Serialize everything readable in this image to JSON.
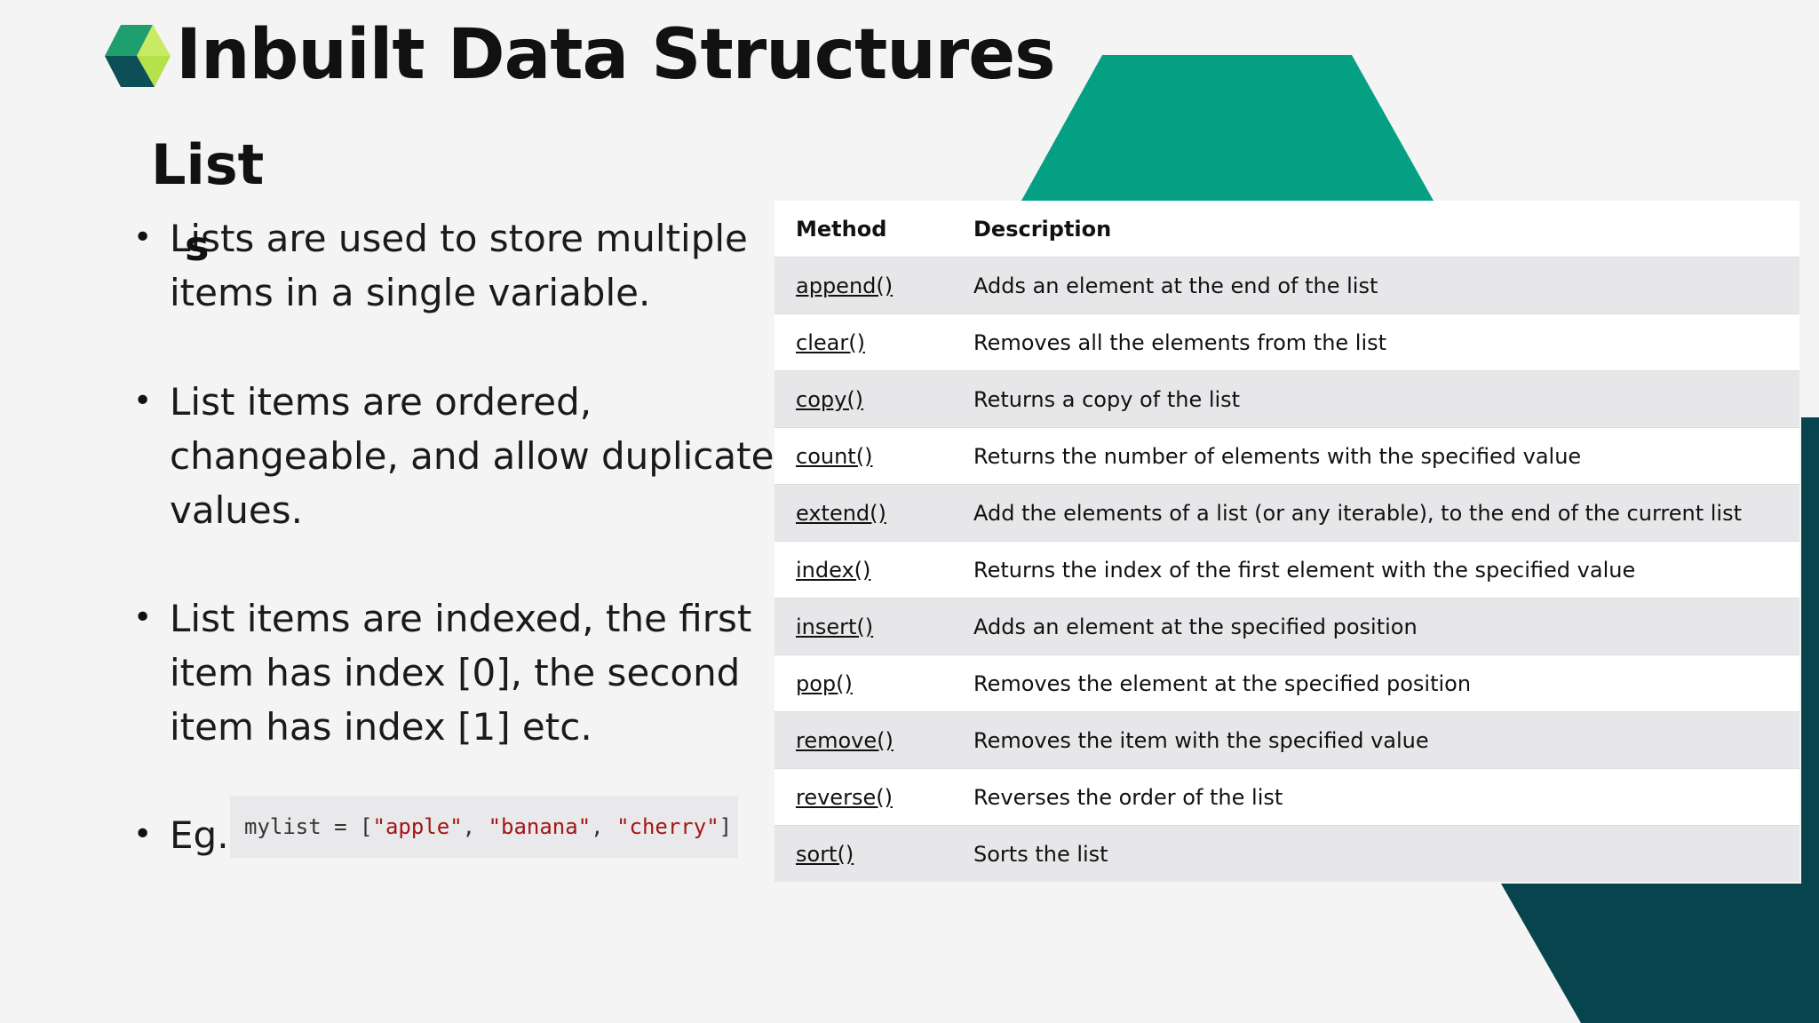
{
  "slide": {
    "title": "Inbuilt Data Structures",
    "section_title": "List",
    "stray_char": "s",
    "bullets": [
      {
        "lines": [
          "Lists are used to store multiple",
          "items in a single variable."
        ]
      },
      {
        "lines": [
          "List items are ordered,",
          "changeable, and allow duplicate",
          "values."
        ]
      },
      {
        "lines": [
          "List items are indexed, the first",
          "item has index [0], the second",
          "item has index [1] etc."
        ]
      }
    ],
    "example_label": "Eg.",
    "code": {
      "prefix": "mylist = [",
      "items": [
        "\"apple\"",
        "\"banana\"",
        "\"cherry\""
      ],
      "separator": ", ",
      "suffix": "]"
    },
    "bullet_symbol": "•"
  },
  "table": {
    "headers": [
      "Method",
      "Description"
    ],
    "rows": [
      {
        "method": "append()",
        "description": "Adds an element at the end of the list"
      },
      {
        "method": "clear()",
        "description": "Removes all the elements from the list"
      },
      {
        "method": "copy()",
        "description": "Returns a copy of the list"
      },
      {
        "method": "count()",
        "description": "Returns the number of elements with the specified value"
      },
      {
        "method": "extend()",
        "description": "Add the elements of a list (or any iterable), to the end of the current list"
      },
      {
        "method": "index()",
        "description": "Returns the index of the first element with the specified value"
      },
      {
        "method": "insert()",
        "description": "Adds an element at the specified position"
      },
      {
        "method": "pop()",
        "description": "Removes the element at the specified position"
      },
      {
        "method": "remove()",
        "description": "Removes the item with the specified value"
      },
      {
        "method": "reverse()",
        "description": "Reverses the order of the list"
      },
      {
        "method": "sort()",
        "description": "Sorts the list"
      }
    ]
  },
  "colors": {
    "accent_green": "#05a084",
    "dark_teal": "#07444e",
    "logo_lime": "#b5e24a",
    "logo_green": "#1f9e6e"
  }
}
